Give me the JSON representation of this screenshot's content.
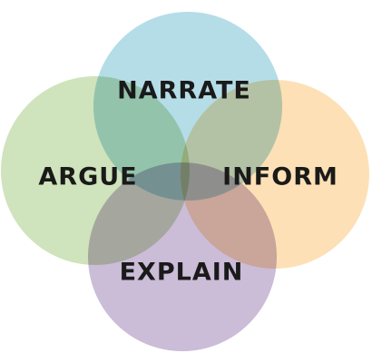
{
  "diagram": {
    "circles": [
      {
        "id": "narrate",
        "label": "NARRATE",
        "color": "#b5dde8"
      },
      {
        "id": "argue",
        "label": "ARGUE",
        "color": "#cfe3bc"
      },
      {
        "id": "inform",
        "label": "INFORM",
        "color": "#fde0b6"
      },
      {
        "id": "explain",
        "label": "EXPLAIN",
        "color": "#cbbcd8"
      }
    ]
  }
}
